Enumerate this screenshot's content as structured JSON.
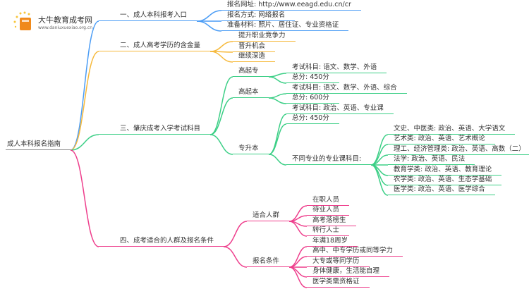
{
  "logo": {
    "name": "大牛教育成考网",
    "url": "www.daniuxuexiao.org.cn"
  },
  "colors": {
    "b1": "#4a9cf5",
    "b2": "#f6b93b",
    "b3": "#3ccf86",
    "b4": "#ee3e8c"
  },
  "root": "成人本科报名指南",
  "b1": {
    "label": "一、成人本科报考入口",
    "items": [
      "报名网址: http://www.eeagd.edu.cn/cr",
      "报名方式: 网络报名",
      "准备材料: 照片、居住证、专业资格证"
    ]
  },
  "b2": {
    "label": "二、成人高考学历的含金量",
    "items": [
      "提升职业竞争力",
      "晋升机会",
      "继续深造"
    ]
  },
  "b3": {
    "label": "三、肇庆成考入学考试科目",
    "gqz": {
      "label": "高起专",
      "items": [
        "考试科目: 语文、数学、外语",
        "总分: 450分"
      ]
    },
    "gqb": {
      "label": "高起本",
      "items": [
        "考试科目: 语文、数学、外语、综合",
        "总分: 600分"
      ]
    },
    "zsb": {
      "label": "专升本",
      "items": [
        "考试科目: 政治、英语、专业课",
        "总分: 450分",
        "不同专业的专业课科目:"
      ],
      "majors": [
        "文史、中医类: 政治、英语、大学语文",
        "艺术类: 政治、英语、艺术概论",
        "理工、经济管理类: 政治、英语、高数（二）",
        "法学: 政治、英语、民法",
        "教育学类: 政治、英语、教育理论",
        "农学类: 政治、英语、生态学基础",
        "医学类: 政治、英语、医学综合"
      ]
    }
  },
  "b4": {
    "label": "四、成考适合的人群及报名条件",
    "crowd": {
      "label": "适合人群",
      "items": [
        "在职人员",
        "待业人员",
        "高考落榜生",
        "转行人士"
      ]
    },
    "cond": {
      "label": "报名条件",
      "items": [
        "年满18周岁",
        "高中、中专学历或同等学力",
        "大专或等同学历",
        "身体健康，生活能自理",
        "医学类需资格证"
      ]
    }
  }
}
